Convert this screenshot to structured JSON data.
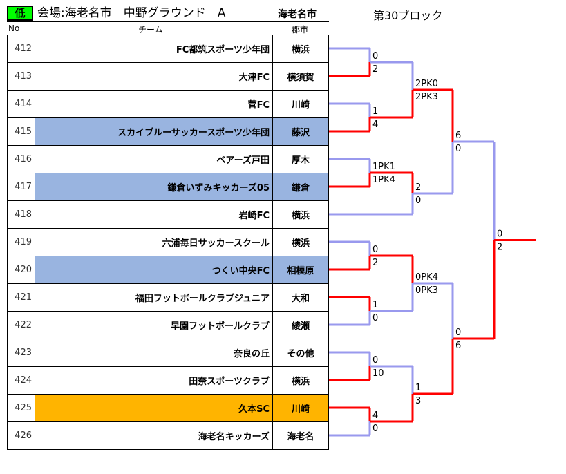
{
  "header": {
    "level_badge": "低",
    "venue_title": "会場:海老名市　中野グラウンド　A",
    "city": "海老名市",
    "block": "第30ブロック"
  },
  "columns": {
    "no": "No",
    "team": "チーム",
    "city": "郡市"
  },
  "teams": [
    {
      "no": "412",
      "name": "FC都筑スポーツ少年団",
      "city": "横浜",
      "highlight": ""
    },
    {
      "no": "413",
      "name": "大津FC",
      "city": "横須賀",
      "highlight": ""
    },
    {
      "no": "414",
      "name": "菅FC",
      "city": "川崎",
      "highlight": ""
    },
    {
      "no": "415",
      "name": "スカイブルーサッカースポーツ少年団",
      "city": "藤沢",
      "highlight": "blue"
    },
    {
      "no": "416",
      "name": "ベアーズ戸田",
      "city": "厚木",
      "highlight": ""
    },
    {
      "no": "417",
      "name": "鎌倉いずみキッカーズ05",
      "city": "鎌倉",
      "highlight": "blue"
    },
    {
      "no": "418",
      "name": "岩崎FC",
      "city": "横浜",
      "highlight": ""
    },
    {
      "no": "419",
      "name": "六浦毎日サッカースクール",
      "city": "横浜",
      "highlight": ""
    },
    {
      "no": "420",
      "name": "つくい中央FC",
      "city": "相模原",
      "highlight": "blue"
    },
    {
      "no": "421",
      "name": "福田フットボールクラブジュニア",
      "city": "大和",
      "highlight": ""
    },
    {
      "no": "422",
      "name": "早園フットボールクラブ",
      "city": "綾瀬",
      "highlight": ""
    },
    {
      "no": "423",
      "name": "奈良の丘",
      "city": "その他",
      "highlight": ""
    },
    {
      "no": "424",
      "name": "田奈スポーツクラブ",
      "city": "横浜",
      "highlight": ""
    },
    {
      "no": "425",
      "name": "久本SC",
      "city": "川崎",
      "highlight": "orange"
    },
    {
      "no": "426",
      "name": "海老名キッカーズ",
      "city": "海老名",
      "highlight": ""
    }
  ],
  "matches": [
    {
      "id": "m1",
      "top": "0",
      "bottom": "2",
      "winner": "bottom"
    },
    {
      "id": "m2",
      "top": "1",
      "bottom": "4",
      "winner": "bottom"
    },
    {
      "id": "m3",
      "top": "1PK1",
      "bottom": "1PK4",
      "winner": "bottom"
    },
    {
      "id": "m4",
      "top": "0",
      "bottom": "2",
      "winner": "bottom"
    },
    {
      "id": "m5",
      "top": "1",
      "bottom": "0",
      "winner": "top"
    },
    {
      "id": "m6",
      "top": "0",
      "bottom": "10",
      "winner": "bottom"
    },
    {
      "id": "m7",
      "top": "4",
      "bottom": "0",
      "winner": "top"
    },
    {
      "id": "q1",
      "top": "2PK0",
      "bottom": "2PK3",
      "winner": "bottom"
    },
    {
      "id": "q2",
      "top": "2",
      "bottom": "0",
      "winner": "top"
    },
    {
      "id": "q3",
      "top": "0PK4",
      "bottom": "0PK3",
      "winner": "top"
    },
    {
      "id": "q4",
      "top": "1",
      "bottom": "3",
      "winner": "bottom"
    },
    {
      "id": "s1",
      "top": "6",
      "bottom": "0",
      "winner": "top"
    },
    {
      "id": "s2",
      "top": "0",
      "bottom": "6",
      "winner": "bottom"
    },
    {
      "id": "f",
      "top": "0",
      "bottom": "2",
      "winner": "bottom"
    }
  ],
  "colors": {
    "win_line": "#ff0000",
    "lose_line": "#9999ee",
    "blue_row": "#99b4e0",
    "orange_row": "#ffb400",
    "badge": "#00ff00"
  }
}
